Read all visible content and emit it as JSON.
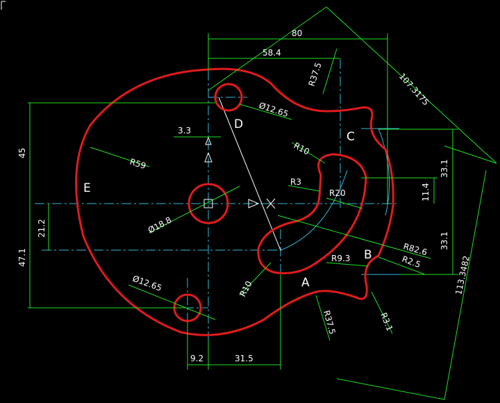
{
  "drawing": {
    "background": "#000000",
    "colors": {
      "outline": "#e21b1b",
      "dimension": "#22e222",
      "centerline": "#33bbdd",
      "text": "#ffffff",
      "construction": "#ffffff"
    },
    "labels": {
      "A": "A",
      "B": "B",
      "C": "C",
      "D": "D",
      "E": "E"
    },
    "dimensions": {
      "d80": "80",
      "d58_4": "58.4",
      "r37_5_top": "R37.5",
      "d107": "107.3175",
      "d12_65_top": "Ø12.65",
      "d3_3": "3.3",
      "r10_upper": "R10",
      "r59": "R59",
      "d45": "45",
      "d33_1_upper": "33.1",
      "d11_4": "11.4",
      "r3": "R3",
      "r20": "R20",
      "d21_2": "21.2",
      "d18_8": "Ø18.8",
      "d47_1": "47.1",
      "r82_6": "R82.6",
      "r2_5": "R2.5",
      "r9_3": "R9.3",
      "d33_1_lower": "33.1",
      "d113": "113.3482",
      "d12_65_bottom": "Ø12.65",
      "r10_lower": "R10",
      "r37_5_bottom": "R37.5",
      "r3_1": "R3.1",
      "d9_2": "9.2",
      "d31_5": "31.5"
    }
  }
}
